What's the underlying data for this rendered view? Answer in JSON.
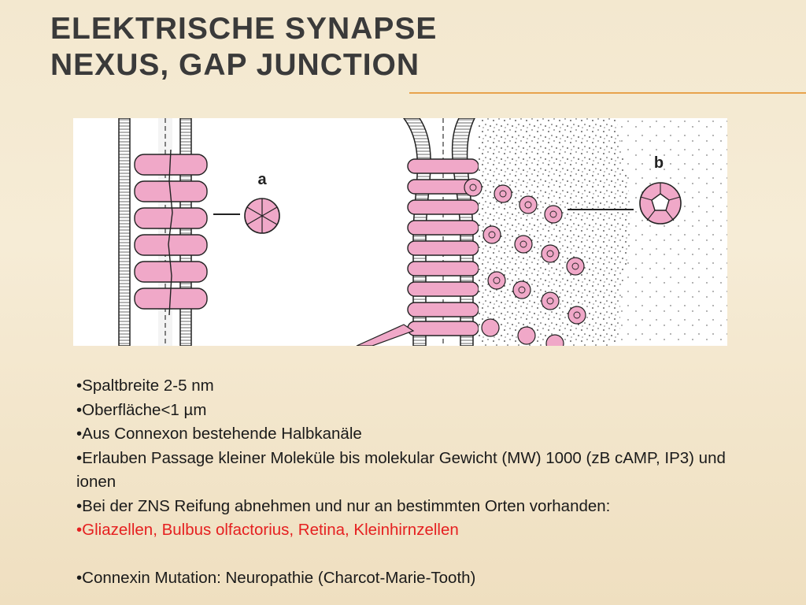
{
  "slide": {
    "title_lines": [
      "Elektrische Synapse",
      "Nexus, gap junction"
    ]
  },
  "figure": {
    "label_a": "a",
    "label_b": "b",
    "colors": {
      "connexon": "#f0a8c8",
      "outline": "#222222"
    }
  },
  "bullets": [
    {
      "text": "•Spaltbreite 2-5 nm",
      "highlight": false
    },
    {
      "text": "•Oberfläche<1 µm",
      "highlight": false
    },
    {
      "text": "•Aus Connexon bestehende Halbkanäle",
      "highlight": false
    },
    {
      "text": "•Erlauben Passage kleiner Moleküle bis molekular Gewicht (MW) 1000 (zB cAMP, IP3) und ionen",
      "highlight": false
    },
    {
      "text": "•Bei der ZNS Reifung abnehmen und nur an bestimmten Orten vorhanden:",
      "highlight": false
    },
    {
      "text": "•Gliazellen, Bulbus olfactorius, Retina, Kleinhirnzellen",
      "highlight": true
    },
    {
      "text": "•Connexin Mutation: Neuropathie (Charcot-Marie-Tooth)",
      "highlight": false
    }
  ],
  "colors": {
    "highlight_text": "#e52020",
    "accent_rule": "#e8a34d",
    "title": "#3a3a3a"
  }
}
